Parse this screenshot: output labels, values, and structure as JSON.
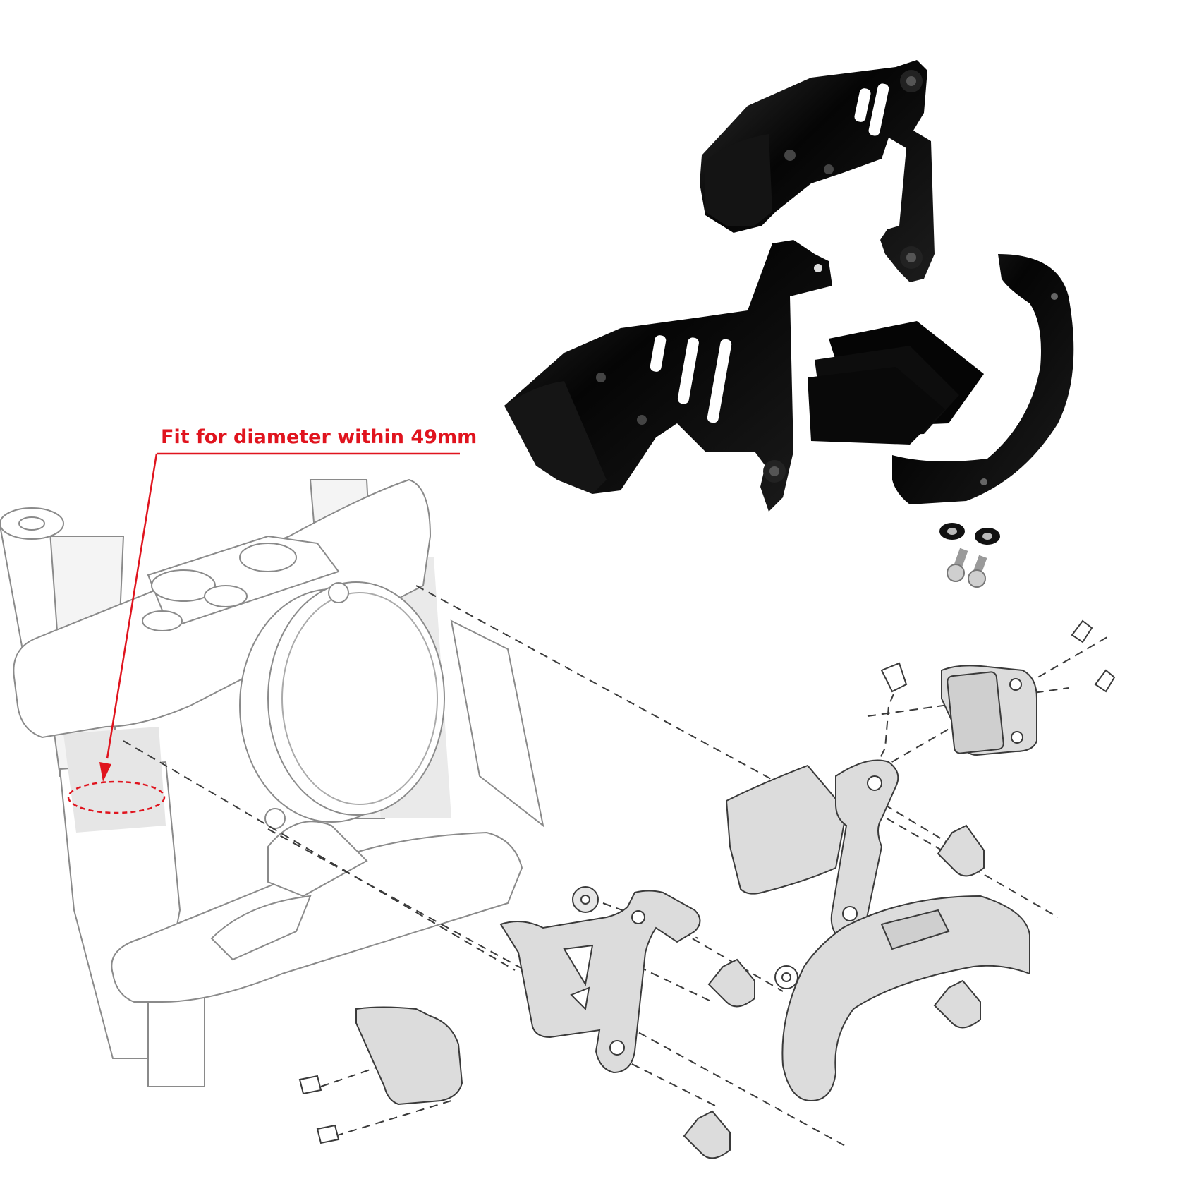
{
  "callout": {
    "text": "Fit for diameter within 49mm",
    "color": "#e0141e"
  },
  "colors": {
    "part_fill": "#dcdcdc",
    "line": "#3a3a3a",
    "faint_line": "#8a8a8a",
    "black_part": "#0b0b0b",
    "highlight": "#555555"
  },
  "labels": {
    "fork": "front-fork-drawing",
    "headlight": "headlight-drawing",
    "photo": "black-bracket-kit-photo"
  }
}
